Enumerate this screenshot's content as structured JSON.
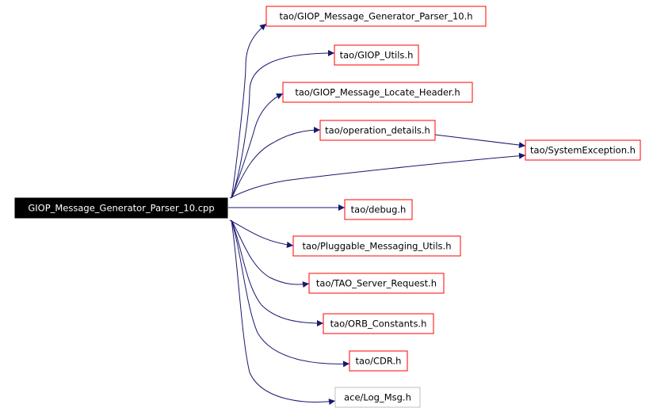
{
  "root": {
    "label": "GIOP_Message_Generator_Parser_10.cpp"
  },
  "nodes": [
    {
      "id": "n_gmgp10",
      "label": "tao/GIOP_Message_Generator_Parser_10.h",
      "style": "documented"
    },
    {
      "id": "n_utils",
      "label": "tao/GIOP_Utils.h",
      "style": "documented"
    },
    {
      "id": "n_locate",
      "label": "tao/GIOP_Message_Locate_Header.h",
      "style": "documented"
    },
    {
      "id": "n_opdetails",
      "label": "tao/operation_details.h",
      "style": "documented"
    },
    {
      "id": "n_sysexc",
      "label": "tao/SystemException.h",
      "style": "documented"
    },
    {
      "id": "n_debug",
      "label": "tao/debug.h",
      "style": "documented"
    },
    {
      "id": "n_pmu",
      "label": "tao/Pluggable_Messaging_Utils.h",
      "style": "documented"
    },
    {
      "id": "n_tsr",
      "label": "tao/TAO_Server_Request.h",
      "style": "documented"
    },
    {
      "id": "n_orbc",
      "label": "tao/ORB_Constants.h",
      "style": "documented"
    },
    {
      "id": "n_cdr",
      "label": "tao/CDR.h",
      "style": "documented"
    },
    {
      "id": "n_logmsg",
      "label": "ace/Log_Msg.h",
      "style": "undocumented"
    }
  ],
  "edges": [
    {
      "from": "root",
      "to": "n_gmgp10"
    },
    {
      "from": "root",
      "to": "n_utils"
    },
    {
      "from": "root",
      "to": "n_locate"
    },
    {
      "from": "root",
      "to": "n_opdetails"
    },
    {
      "from": "root",
      "to": "n_sysexc"
    },
    {
      "from": "root",
      "to": "n_debug"
    },
    {
      "from": "root",
      "to": "n_pmu"
    },
    {
      "from": "root",
      "to": "n_tsr"
    },
    {
      "from": "root",
      "to": "n_orbc"
    },
    {
      "from": "root",
      "to": "n_cdr"
    },
    {
      "from": "root",
      "to": "n_logmsg"
    },
    {
      "from": "n_opdetails",
      "to": "n_sysexc"
    }
  ],
  "colors": {
    "root_fill": "#000000",
    "root_text": "#ffffff",
    "documented_border": "#ff0000",
    "undocumented_border": "#bfbfbf",
    "edge": "#191970",
    "node_fill": "#ffffff",
    "node_text": "#000000"
  }
}
